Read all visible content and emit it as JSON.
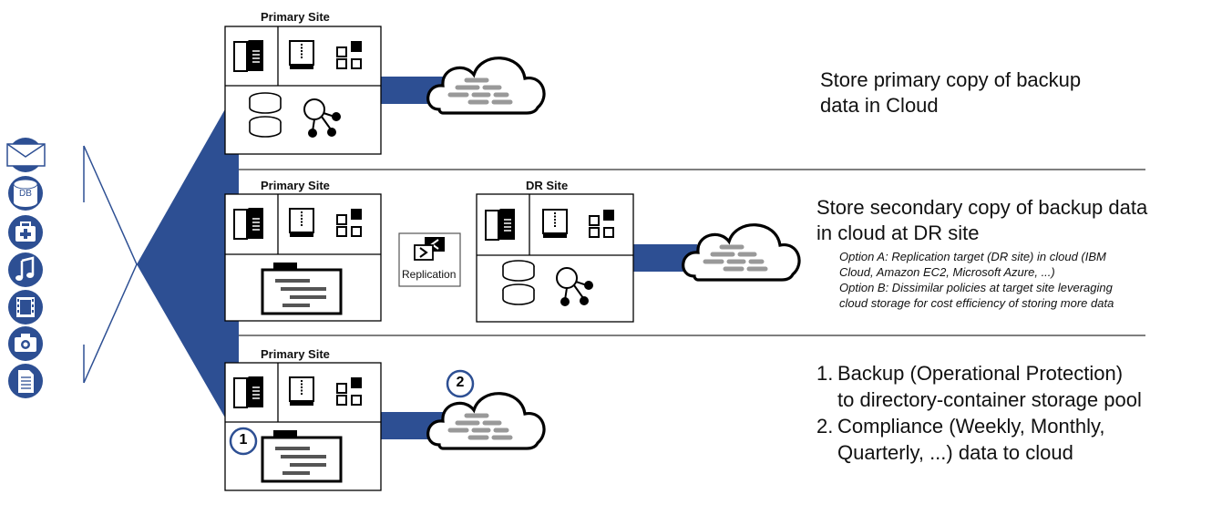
{
  "sites": {
    "primary_label": "Primary Site",
    "dr_label": "DR Site"
  },
  "replication": {
    "label": "Replication"
  },
  "left_icons": [
    {
      "icon": "mail-icon"
    },
    {
      "icon": "database-icon",
      "label": "DB"
    },
    {
      "icon": "medical-kit-icon"
    },
    {
      "icon": "music-icon"
    },
    {
      "icon": "film-icon"
    },
    {
      "icon": "camera-icon"
    },
    {
      "icon": "document-icon"
    }
  ],
  "descriptions": {
    "row1": {
      "line1": "Store primary copy of backup",
      "line2": "data in Cloud"
    },
    "row2": {
      "line1": "Store secondary copy of backup data",
      "line2": "in cloud at DR site",
      "options": [
        "Option A: Replication target (DR site) in cloud (IBM",
        "Cloud, Amazon EC2, Microsoft Azure, ...)",
        "Option B: Dissimilar policies at target site leveraging",
        "cloud storage for cost efficiency of storing more data"
      ]
    },
    "row3": {
      "items": [
        {
          "n": "1.",
          "line1": "Backup (Operational Protection)",
          "line2": "to directory-container storage pool"
        },
        {
          "n": "2.",
          "line1": "Compliance (Weekly, Monthly,",
          "line2": "Quarterly, ...) data to cloud"
        }
      ]
    }
  },
  "badges": {
    "one": "1",
    "two": "2"
  },
  "colors": {
    "accent": "#2d4f93",
    "cloud_stripe": "#999999",
    "divider": "#333333"
  }
}
